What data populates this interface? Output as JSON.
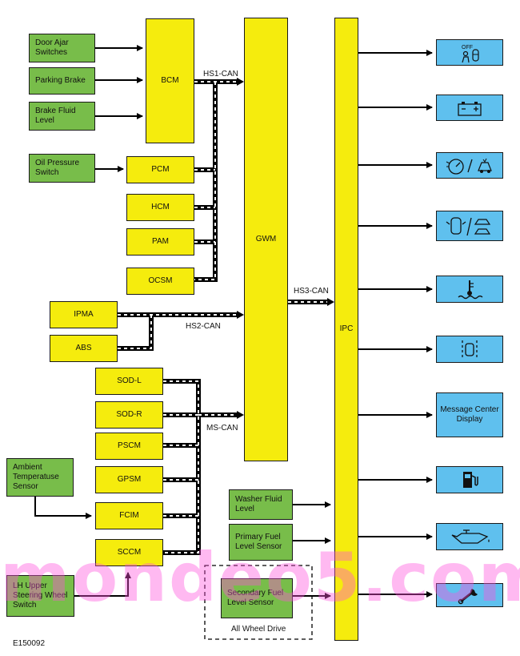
{
  "inputs": {
    "door_ajar": "Door Ajar Switches",
    "parking_brake": "Parking Brake",
    "brake_fluid": "Brake Fluid Level",
    "oil_pressure": "Oil Pressure Switch",
    "ambient_temp": "Ambient Temperatuse Sensor",
    "lh_upper_switch": "LH Upper Steering Wheel Switch",
    "washer_fluid": "Washer Fluid Level",
    "primary_fuel": "Primary Fuel Level Sensor",
    "secondary_fuel": "Secondary Fuel Level Sensor"
  },
  "modules": {
    "bcm": "BCM",
    "pcm": "PCM",
    "hcm": "HCM",
    "pam": "PAM",
    "ocsm": "OCSM",
    "ipma": "IPMA",
    "abs": "ABS",
    "sod_l": "SOD-L",
    "sod_r": "SOD-R",
    "pscm": "PSCM",
    "gpsm": "GPSM",
    "fcim": "FCIM",
    "sccm": "SCCM",
    "gwm": "GWM",
    "ipc": "IPC"
  },
  "buses": {
    "hs1": "HS1-CAN",
    "hs2": "HS2-CAN",
    "hs3": "HS3-CAN",
    "ms": "MS-CAN"
  },
  "outputs": {
    "message_center": "Message Center Display",
    "off_label": "OFF",
    "icons": [
      "airbag-off-icon",
      "battery-icon",
      "speed-control-icon",
      "door-ajar-icon",
      "coolant-temperature-icon",
      "lane-icon",
      "fuel-pump-icon",
      "oil-can-icon",
      "wrench-icon"
    ]
  },
  "all_wheel_drive": "All Wheel Drive",
  "figure_id": "E150092",
  "watermark": "mondeo5.com",
  "colors": {
    "sensor": "#78bd4a",
    "module": "#f5ec0d",
    "indicator": "#5fc0ee",
    "line": "#000000"
  }
}
